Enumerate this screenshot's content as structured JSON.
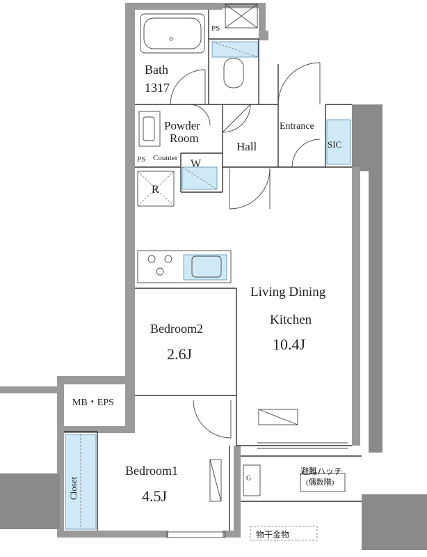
{
  "rooms": {
    "bath": {
      "name": "Bath",
      "size": "1317"
    },
    "powder": {
      "line1": "Powder",
      "line2": "Room"
    },
    "hall": "Hall",
    "entrance": "Entrance",
    "sic": "SIC",
    "ps_top": "PS",
    "ps_left": "PS",
    "counter": "Counter",
    "washer": "W",
    "fridge": "R",
    "ldk": {
      "line1": "Living Dining",
      "line2": "Kitchen",
      "size": "10.4J"
    },
    "bedroom2": {
      "name": "Bedroom2",
      "size": "2.6J"
    },
    "bedroom1": {
      "name": "Bedroom1",
      "size": "4.5J"
    },
    "mb_eps": "MB・EPS",
    "closet": "Closet",
    "gas": "G",
    "hatch": {
      "line1": "避難ハッチ",
      "line2": "(偶数階)"
    },
    "drying": "物干金物"
  }
}
